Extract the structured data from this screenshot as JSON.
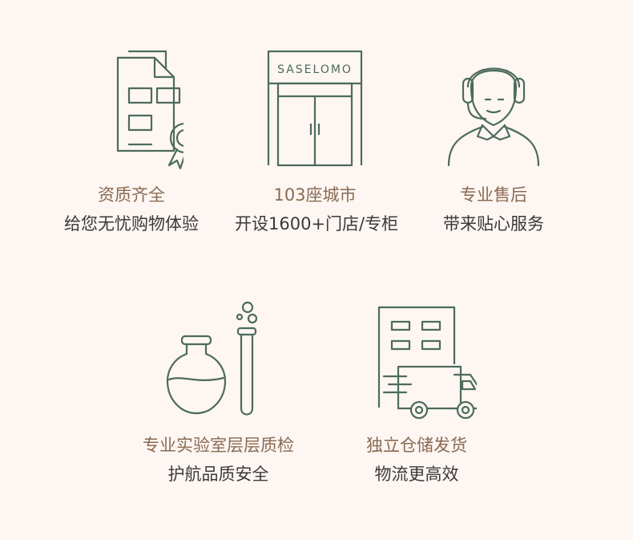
{
  "colors": {
    "background": "#fdf6f2",
    "icon_stroke": "#4d6b5c",
    "title_text": "#8a6a52",
    "body_text": "#3a3a3a"
  },
  "features": [
    {
      "icon": "certificate-document-icon",
      "title": "资质齐全",
      "subtitle": "给您无忧购物体验"
    },
    {
      "icon": "storefront-icon",
      "store_sign": "SASELOMO",
      "title": "103座城市",
      "subtitle": "开设1600+门店/专柜"
    },
    {
      "icon": "customer-service-agent-icon",
      "title": "专业售后",
      "subtitle": "带来贴心服务"
    },
    {
      "icon": "laboratory-flask-icon",
      "title": "专业实验室层层质检",
      "subtitle": "护航品质安全"
    },
    {
      "icon": "warehouse-delivery-truck-icon",
      "title": "独立仓储发货",
      "subtitle": "物流更高效"
    }
  ]
}
